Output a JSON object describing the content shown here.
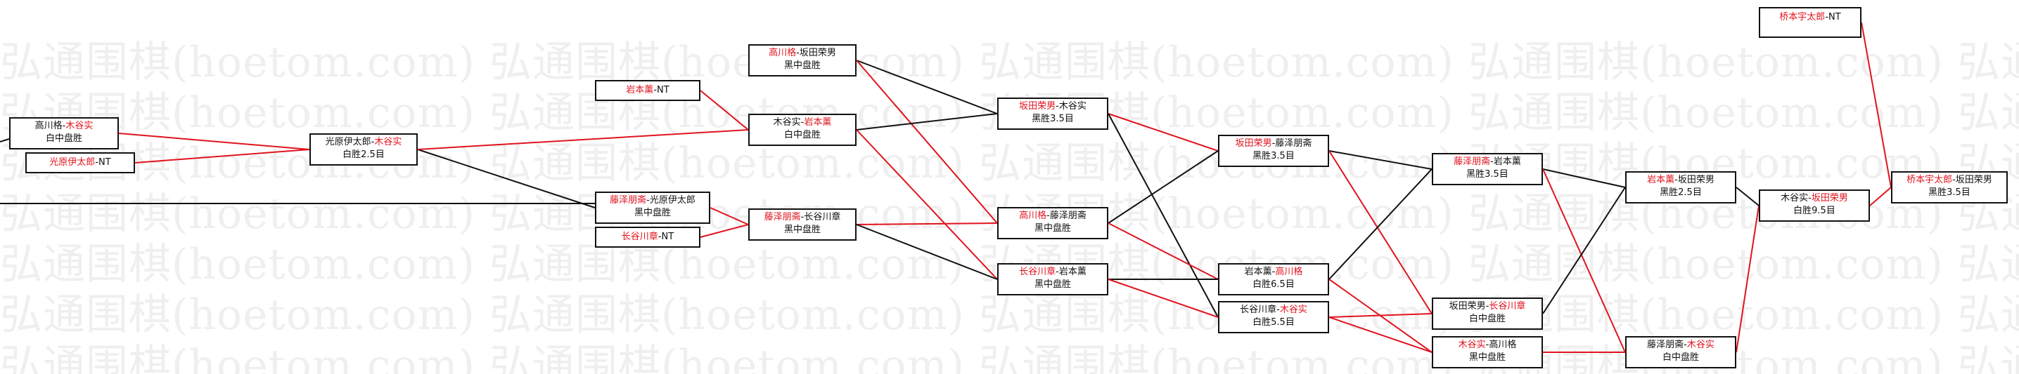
{
  "watermark": "弘通围棋(hoetom.com)",
  "colors": {
    "winner_line": "#e0141e",
    "loser_line": "#111111",
    "player_highlight": "#e0141e"
  },
  "games": [
    {
      "id": "g1",
      "a": "高川格",
      "sep": "-",
      "b": "木谷实",
      "hl": "b",
      "result": "白中盘胜"
    },
    {
      "id": "g2",
      "a": "光原伊太郎",
      "sep": "-",
      "b": "NT",
      "hl": "a",
      "result": ""
    },
    {
      "id": "g3",
      "a": "光原伊太郎",
      "sep": "-",
      "b": "木谷实",
      "hl": "b",
      "result": "白胜2.5目"
    },
    {
      "id": "g4",
      "a": "岩本薰",
      "sep": "-",
      "b": "NT",
      "hl": "a",
      "result": ""
    },
    {
      "id": "g5",
      "a": "高川格",
      "sep": "-",
      "b": "坂田荣男",
      "hl": "a",
      "result": "黑中盘胜"
    },
    {
      "id": "g6",
      "a": "木谷实",
      "sep": "-",
      "b": "岩本薰",
      "hl": "b",
      "result": "白中盘胜"
    },
    {
      "id": "g7",
      "a": "藤泽朋斋",
      "sep": "-",
      "b": "光原伊太郎",
      "hl": "a",
      "result": "黑中盘胜"
    },
    {
      "id": "g8",
      "a": "长谷川章",
      "sep": "-",
      "b": "NT",
      "hl": "a",
      "result": ""
    },
    {
      "id": "g9",
      "a": "藤泽朋斋",
      "sep": "-",
      "b": "长谷川章",
      "hl": "a",
      "result": "黑中盘胜"
    },
    {
      "id": "g10",
      "a": "坂田荣男",
      "sep": "-",
      "b": "木谷实",
      "hl": "a",
      "result": "黑胜3.5目"
    },
    {
      "id": "g11",
      "a": "高川格",
      "sep": "-",
      "b": "藤泽朋斋",
      "hl": "a",
      "result": "黑中盘胜"
    },
    {
      "id": "g12",
      "a": "长谷川章",
      "sep": "-",
      "b": "岩本薰",
      "hl": "a",
      "result": "黑中盘胜"
    },
    {
      "id": "g13",
      "a": "坂田荣男",
      "sep": "-",
      "b": "藤泽朋斋",
      "hl": "a",
      "result": "黑胜3.5目"
    },
    {
      "id": "g14",
      "a": "岩本薰",
      "sep": "-",
      "b": "高川格",
      "hl": "b",
      "result": "白胜6.5目"
    },
    {
      "id": "g15",
      "a": "长谷川章",
      "sep": "-",
      "b": "木谷实",
      "hl": "b",
      "result": "白胜5.5目"
    },
    {
      "id": "g16",
      "a": "藤泽朋斋",
      "sep": "-",
      "b": "岩本薰",
      "hl": "a",
      "result": "黑胜3.5目"
    },
    {
      "id": "g17",
      "a": "坂田荣男",
      "sep": "-",
      "b": "长谷川章",
      "hl": "b",
      "result": "白中盘胜"
    },
    {
      "id": "g18",
      "a": "木谷实",
      "sep": "-",
      "b": "高川格",
      "hl": "a",
      "result": "黑中盘胜"
    },
    {
      "id": "g19",
      "a": "岩本薰",
      "sep": "-",
      "b": "坂田荣男",
      "hl": "a",
      "result": "黑胜2.5目"
    },
    {
      "id": "g20",
      "a": "藤泽朋斋",
      "sep": "-",
      "b": "木谷实",
      "hl": "b",
      "result": "白中盘胜"
    },
    {
      "id": "g21",
      "a": "木谷实",
      "sep": "-",
      "b": "坂田荣男",
      "hl": "b",
      "result": "白胜9.5目"
    },
    {
      "id": "g22",
      "a": "桥本宇太郎",
      "sep": "-",
      "b": "NT",
      "hl": "a",
      "result": ""
    },
    {
      "id": "g23",
      "a": "桥本宇太郎",
      "sep": "-",
      "b": "坂田荣男",
      "hl": "a",
      "result": "黑胜3.5目"
    }
  ],
  "links": [
    {
      "from": "g1",
      "to": "g3",
      "win": true
    },
    {
      "from": "g2",
      "to": "g3",
      "win": true
    },
    {
      "from": "g3",
      "to": "g7",
      "win": false
    },
    {
      "from": "g3",
      "to": "g6",
      "win": true
    },
    {
      "from": "g4",
      "to": "g6",
      "win": true
    },
    {
      "from": "g5",
      "to": "g10",
      "win": false
    },
    {
      "from": "g5",
      "to": "g11",
      "win": true
    },
    {
      "from": "g6",
      "to": "g10",
      "win": false
    },
    {
      "from": "g6",
      "to": "g12",
      "win": true
    },
    {
      "from": "g7",
      "to": "g9",
      "win": true
    },
    {
      "from": "g8",
      "to": "g9",
      "win": true
    },
    {
      "from": "g9",
      "to": "g11",
      "win": true
    },
    {
      "from": "g9",
      "to": "g12",
      "win": false
    },
    {
      "from": "g10",
      "to": "g13",
      "win": true
    },
    {
      "from": "g10",
      "to": "g15",
      "win": false
    },
    {
      "from": "g11",
      "to": "g13",
      "win": false
    },
    {
      "from": "g11",
      "to": "g14",
      "win": true
    },
    {
      "from": "g12",
      "to": "g14",
      "win": false
    },
    {
      "from": "g12",
      "to": "g15",
      "win": true
    },
    {
      "from": "g13",
      "to": "g16",
      "win": false
    },
    {
      "from": "g13",
      "to": "g17",
      "win": true
    },
    {
      "from": "g14",
      "to": "g16",
      "win": false
    },
    {
      "from": "g14",
      "to": "g18",
      "win": true
    },
    {
      "from": "g15",
      "to": "g17",
      "win": true
    },
    {
      "from": "g15",
      "to": "g18",
      "win": true
    },
    {
      "from": "g16",
      "to": "g19",
      "win": false
    },
    {
      "from": "g16",
      "to": "g20",
      "win": true
    },
    {
      "from": "g17",
      "to": "g19",
      "win": false
    },
    {
      "from": "g18",
      "to": "g20",
      "win": true
    },
    {
      "from": "g19",
      "to": "g21",
      "win": false
    },
    {
      "from": "g20",
      "to": "g21",
      "win": true
    },
    {
      "from": "g21",
      "to": "g23",
      "win": true
    },
    {
      "from": "g22",
      "to": "g23",
      "win": true
    }
  ]
}
